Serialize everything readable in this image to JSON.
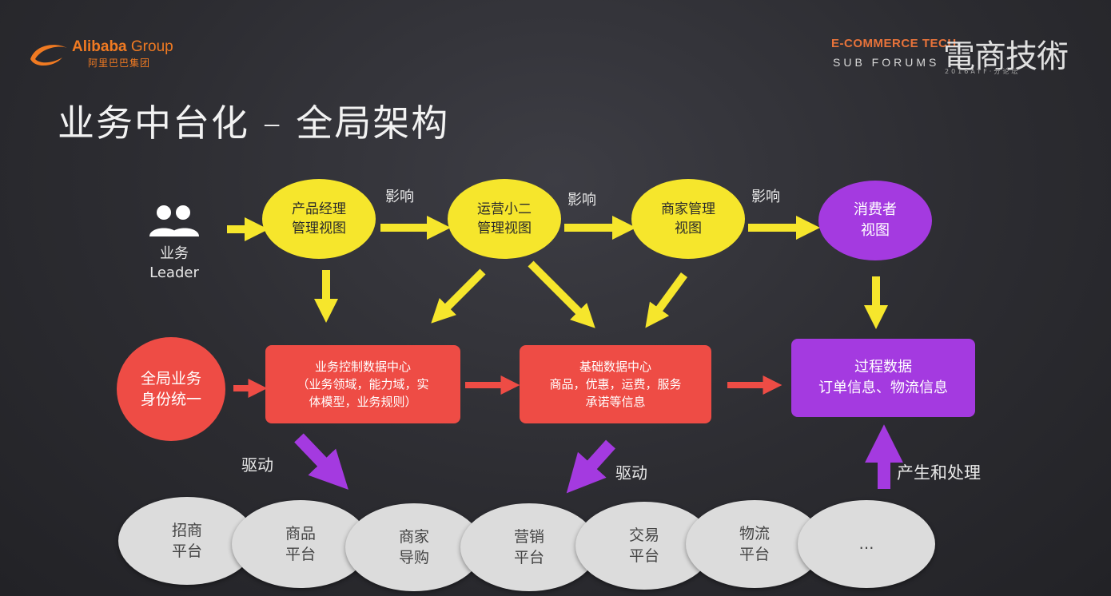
{
  "brand": {
    "alibaba_en": "Alibaba",
    "alibaba_group": "Group",
    "alibaba_cn": "阿里巴巴集团",
    "forum_line1": "E-COMMERCE TECH",
    "forum_line2": "SUB FORUMS",
    "forum_cn": "電商技術",
    "forum_sub": "2016ATF·分论坛"
  },
  "title": "业务中台化 – 全局架构",
  "leader": {
    "line1": "业务",
    "line2": "Leader",
    "icon": "users-icon"
  },
  "views": [
    {
      "line1": "产品经理",
      "line2": "管理视图"
    },
    {
      "line1": "运营小二",
      "line2": "管理视图"
    },
    {
      "line1": "商家管理",
      "line2": "视图"
    },
    {
      "line1": "消费者",
      "line2": "视图"
    }
  ],
  "influence_labels": [
    "影响",
    "影响",
    "影响"
  ],
  "identity": {
    "line1": "全局业务",
    "line2": "身份统一"
  },
  "biz_data_center": {
    "line1": "业务控制数据中心",
    "line2": "（业务领域，能力域，实",
    "line3": "体模型，业务规则）"
  },
  "base_data_center": {
    "line1": "基础数据中心",
    "line2": "商品，优惠，运费，服务",
    "line3": "承诺等信息"
  },
  "process_data": {
    "line1": "过程数据",
    "line2": "订单信息、物流信息"
  },
  "drive_labels": [
    "驱动",
    "驱动"
  ],
  "produce_label": "产生和处理",
  "platforms": [
    {
      "line1": "招商",
      "line2": "平台"
    },
    {
      "line1": "商品",
      "line2": "平台"
    },
    {
      "line1": "商家",
      "line2": "导购"
    },
    {
      "line1": "营销",
      "line2": "平台"
    },
    {
      "line1": "交易",
      "line2": "平台"
    },
    {
      "line1": "物流",
      "line2": "平台"
    },
    {
      "line1": "…",
      "line2": ""
    }
  ],
  "colors": {
    "yellow": "#f6e62c",
    "purple": "#a43ae0",
    "red": "#ee4c45",
    "gray": "#dcdcdc",
    "accent_orange": "#f07a22"
  }
}
